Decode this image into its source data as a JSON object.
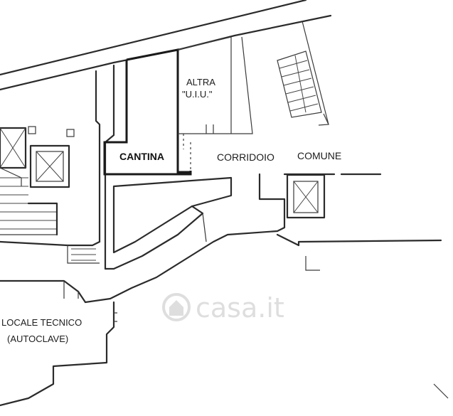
{
  "labels": {
    "altra_line1": "ALTRA",
    "altra_line2": "\"U.I.U.\"",
    "cantina": "CANTINA",
    "corridoio": "CORRIDOIO",
    "comune": "COMUNE",
    "locale_line1": "LOCALE TECNICO",
    "locale_line2": "(AUTOCLAVE)"
  },
  "watermark": {
    "text": "casa.it",
    "color": "#d9d9d9"
  },
  "colors": {
    "ink": "#2b2b2b",
    "paper": "#ffffff"
  }
}
